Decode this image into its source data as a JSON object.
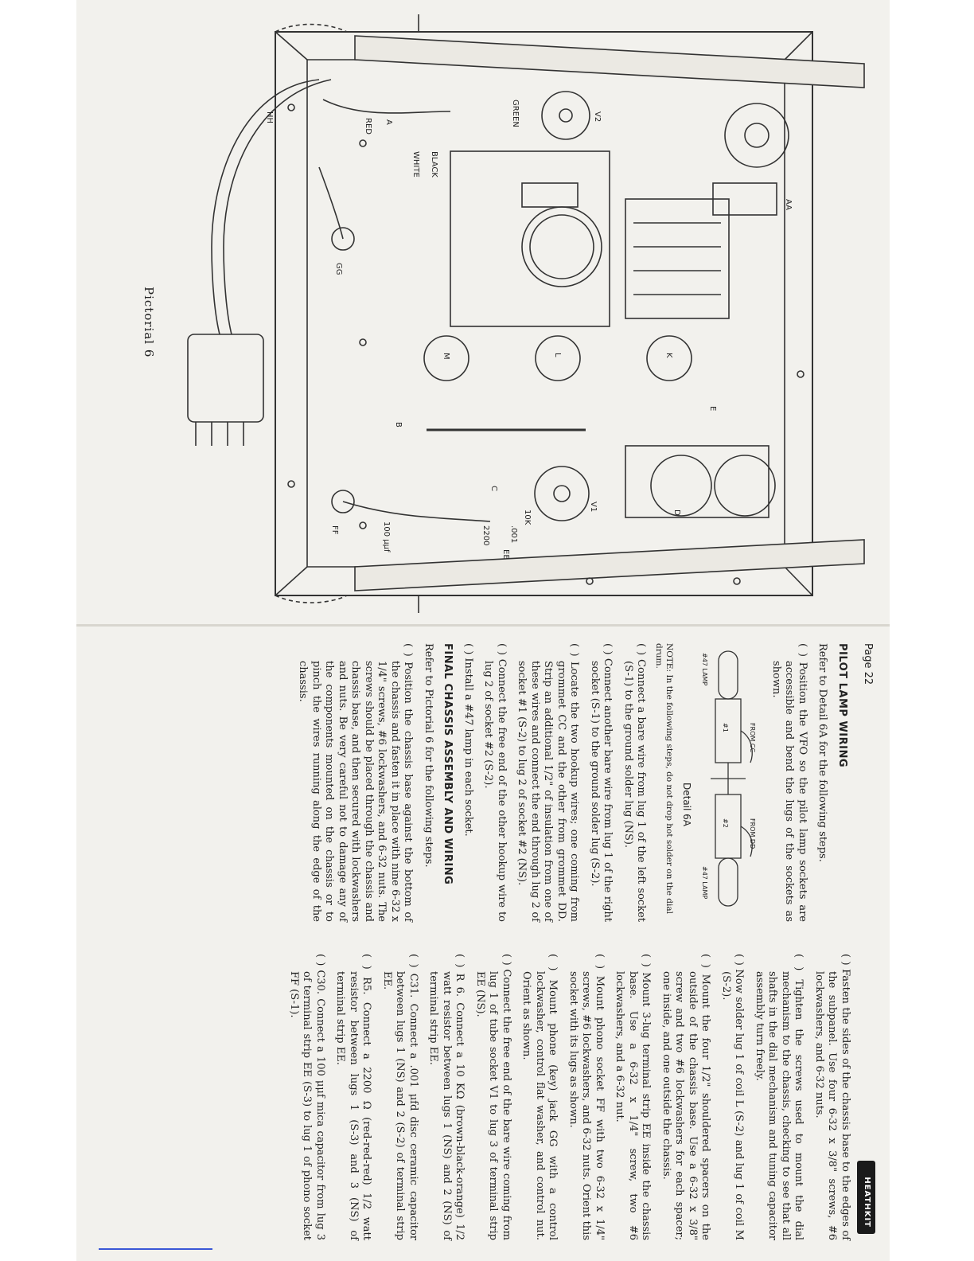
{
  "page": {
    "pictorial_caption": "Pictorial 6",
    "page_number": "Page 22",
    "brand": "HEATHKIT",
    "detail_caption": "Detail 6A"
  },
  "pictorial": {
    "callouts": [
      "AA",
      "HH",
      "A",
      "GG",
      "FF",
      "EE",
      "C",
      "B",
      "M",
      "L",
      "K",
      "E",
      "D",
      "V1",
      "V2"
    ],
    "wire_labels": [
      "GREEN",
      "RED",
      "BLACK",
      "WHITE"
    ],
    "component_labels": [
      "10K",
      "2200",
      "100 μμf",
      ".001"
    ]
  },
  "detail": {
    "labels": [
      "FROM CC",
      "FROM DD",
      "#1",
      "#2",
      "#47 LAMP",
      "#47 LAMP"
    ]
  },
  "col1": {
    "section1_title": "PILOT LAMP WIRING",
    "intro1": "Refer to Detail 6A for the following steps.",
    "step1": "( ) Position the VFO so the pilot lamp sockets are accessible and bend the lugs of the sockets as shown.",
    "note": "NOTE: In the following steps, do not drop hot solder on the dial drum.",
    "step2": "( ) Connect a bare wire from lug 1 of the left socket (S-1) to the ground solder lug (NS).",
    "step3": "( ) Connect another bare wire from lug 1 of the right socket (S-1) to the ground solder lug (S-2).",
    "step4": "( ) Locate the two hookup wires; one coming from grommet CC and the other from grommet DD. Strip an additional 1/2\" of insulation from one of these wires and connect the end through lug 2 of socket #1 (S-2) to lug 2 of socket #2 (NS).",
    "step5": "( ) Connect the free end of the other hookup wire to lug 2 of socket #2 (S-2).",
    "step6": "( ) Install a #47 lamp in each socket.",
    "section2_title": "FINAL CHASSIS ASSEMBLY AND WIRING",
    "intro2": "Refer to Pictorial 6 for the following steps.",
    "step7": "( ) Position the chassis base against the bottom of the chassis and fasten it in place with nine 6-32 x 1/4\" screws, #6 lockwashers, and 6-32 nuts. The screws should be placed through the chassis and chassis base, and then secured with lockwashers and nuts. Be very careful not to damage any of the components mounted on the chassis or to pinch the wires running along the edge of the chassis."
  },
  "col2": {
    "step1": "( ) Fasten the sides of the chassis base to the edges of the subpanel. Use four 6-32 x 3/8\" screws, #6 lockwashers, and 6-32 nuts.",
    "step2": "( ) Tighten the screws used to mount the dial mechanism to the chassis, checking to see that all shafts in the dial mechanism and tuning capacitor assembly turn freely.",
    "step3": "( ) Now solder lug 1 of coil L (S-2) and lug 1 of coil M (S-2).",
    "step4": "( ) Mount the four 1/2\" shouldered spacers on the outside of the chassis base. Use a 6-32 x 3/8\" screw and two #6 lockwashers for each spacer; one inside, and one outside the chassis.",
    "step5": "( ) Mount 3-lug terminal strip EE inside the chassis base. Use a 6-32 x 1/4\" screw, two #6 lockwashers, and a 6-32 nut.",
    "step6": "( ) Mount phono socket FF with two 6-32 x 1/4\" screws, #6 lockwashers, and 6-32 nuts. Orient this socket with its lugs as shown.",
    "step7": "( ) Mount phone (key) jack GG with a control lockwasher, control flat washer, and control nut. Orient as shown.",
    "step8": "( ) Connect the free end of the bare wire coming from lug 1 of tube socket V1 to lug 3 of terminal strip EE (NS).",
    "step9": "( ) R 6. Connect a 10 KΩ (brown-black-orange) 1/2 watt resistor between lugs 1 (NS) and 2 (NS) of terminal strip EE.",
    "step10": "( ) C31. Connect a .001 μfd disc ceramic capacitor between lugs 1 (NS) and 2 (S-2) of terminal strip EE.",
    "step11": "( ) R5. Connect a 2200 Ω (red-red-red) 1/2 watt resistor between lugs 1 (S-3) and 3 (NS) of terminal strip EE.",
    "step12": "( ) C30. Connect a 100 μμf mica capacitor from lug 3 of terminal strip EE (S-3) to lug 1 of phono socket FF (S-1)."
  }
}
